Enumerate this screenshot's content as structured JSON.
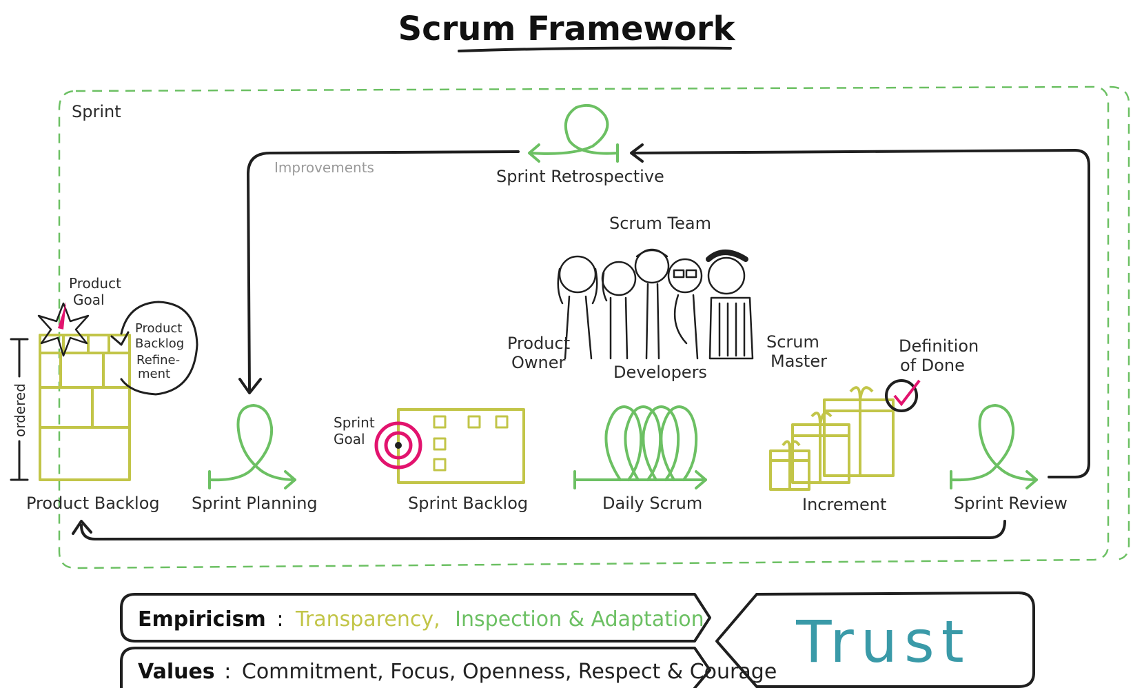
{
  "title": "Scrum Framework",
  "sprint_label": "Sprint",
  "improvements_label": "Improvements",
  "events": {
    "retrospective": "Sprint Retrospective",
    "planning": "Sprint Planning",
    "daily": "Daily Scrum",
    "review": "Sprint Review"
  },
  "artifacts": {
    "product_backlog": "Product Backlog",
    "sprint_backlog": "Sprint Backlog",
    "increment": "Increment"
  },
  "commitments": {
    "product_goal_1": "Product",
    "product_goal_2": "Goal",
    "sprint_goal_1": "Sprint",
    "sprint_goal_2": "Goal",
    "dod_1": "Definition",
    "dod_2": "of Done"
  },
  "refinement": {
    "l1": "Product",
    "l2": "Backlog",
    "l3": "Refine-",
    "l4": "ment"
  },
  "ordered_label": "ordered",
  "team": {
    "title": "Scrum Team",
    "po_1": "Product",
    "po_2": "Owner",
    "developers": "Developers",
    "sm_1": "Scrum",
    "sm_2": "Master"
  },
  "empiricism": {
    "label": "Empiricism",
    "sep": ":",
    "transparency": "Transparency,",
    "inspection": "Inspection & Adaptation"
  },
  "values": {
    "label": "Values",
    "sep": ":",
    "list": "Commitment, Focus, Openness, Respect & Courage"
  },
  "trust": "Trust",
  "colors": {
    "green": "#6cc063",
    "yellow": "#c2c548",
    "pink": "#e2136e",
    "teal": "#3a9aa8",
    "ink": "#1f1f1f"
  }
}
